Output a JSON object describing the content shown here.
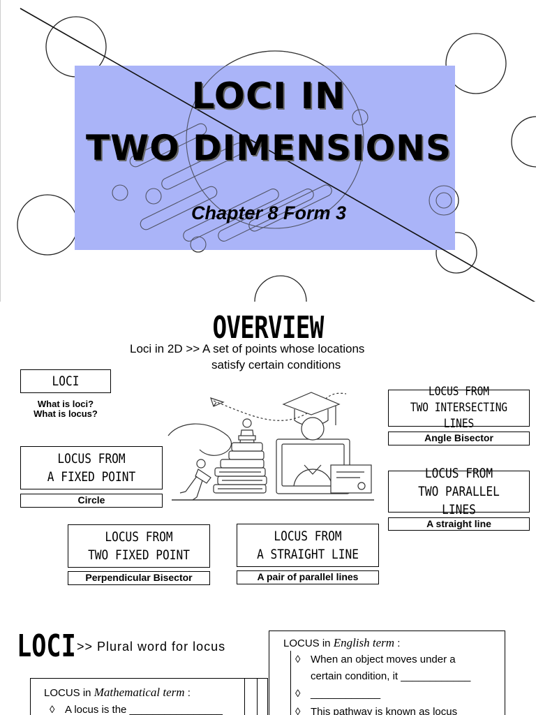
{
  "slide1": {
    "title_line1": "LOCI IN",
    "title_line2": "TWO DIMENSIONS",
    "subtitle": "Chapter 8 Form 3",
    "accent_color": "#aab4f8"
  },
  "slide2": {
    "title": "OVERVIEW",
    "desc_line1": "Loci in 2D >> A set of points whose locations",
    "desc_line2": "satisfy certain conditions",
    "loci": {
      "label": "LOCI",
      "question1": "What is loci?",
      "question2": "What is locus?"
    },
    "fixed_point": {
      "line1": "LOCUS FROM",
      "line2": "A FIXED POINT",
      "answer": "Circle"
    },
    "two_fixed_points": {
      "line1": "LOCUS FROM",
      "line2": "TWO FIXED POINT",
      "answer": "Perpendicular Bisector"
    },
    "straight_line": {
      "line1": "LOCUS FROM",
      "line2": "A STRAIGHT LINE",
      "answer": "A pair of parallel lines"
    },
    "intersecting": {
      "line1": "LOCUS FROM",
      "line2": "TWO INTERSECTING LINES",
      "answer": "Angle Bisector"
    },
    "parallel": {
      "line1": "LOCUS FROM",
      "line2": "TWO PARALLEL LINES",
      "answer": "A straight line"
    }
  },
  "slide3": {
    "heading": "LOCI",
    "plural": ">> Plural word for locus",
    "english": {
      "label_prefix": "LOCUS in ",
      "label_term": "English term",
      "label_suffix": " :",
      "bullet": "◊",
      "line1": "When an object moves under a",
      "line2": "certain condition, it ____________",
      "line3": "____________",
      "line4": "This pathway is known as locus"
    },
    "math": {
      "label_prefix": "LOCUS in ",
      "label_term": "Mathematical term",
      "label_suffix": " :",
      "bullet": "◊",
      "line1": "A locus is the ________________"
    }
  }
}
